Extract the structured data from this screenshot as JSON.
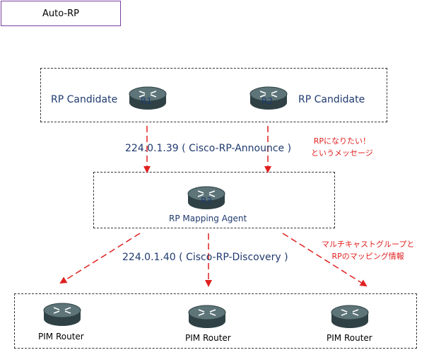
{
  "title": "Auto-RP",
  "candidates": {
    "left_label": "RP Candidate",
    "right_label": "RP Candidate",
    "r1": "R1",
    "r2": "R2"
  },
  "announce": {
    "label": "224.0.1.39 ( Cisco-RP-Announce )",
    "note_line1": "RPになりたい！",
    "note_line2": "というメッセージ"
  },
  "mapping": {
    "r3": "R3",
    "label": "RP Mapping Agent"
  },
  "discovery": {
    "label": "224.0.1.40 ( Cisco-RP-Discovery )",
    "note_line1": "マルチキャストグループと",
    "note_line2": "RPのマッピング情報"
  },
  "pim": {
    "left": "PIM Router",
    "center": "PIM Router",
    "right": "PIM Router"
  },
  "colors": {
    "arrow": "#e02020",
    "label_text": "#1f3a6e",
    "router_top": "#5d7478",
    "router_side": "#2f4144"
  }
}
